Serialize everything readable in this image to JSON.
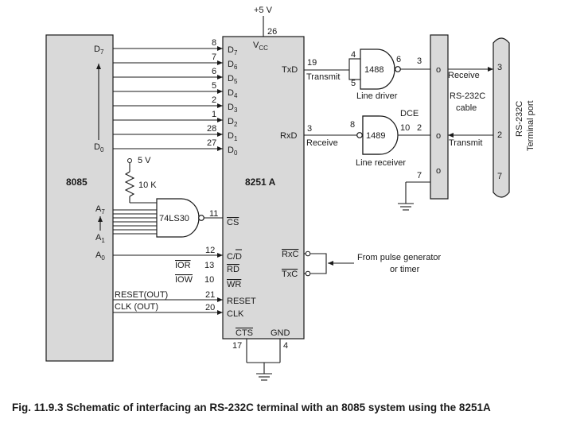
{
  "supply": {
    "vcc": "+5 V",
    "vcc_pin": "26",
    "pullup_v": "5 V",
    "pullup_r": "10 K",
    "vcc_label": "V",
    "vcc_sub": "CC"
  },
  "cpu": {
    "name": "8085",
    "d7": "D",
    "d7_sub": "7",
    "d0": "D",
    "d0_sub": "0",
    "a7": "A",
    "a7_sub": "7",
    "a1": "A",
    "a1_sub": "1",
    "a0": "A",
    "a0_sub": "0",
    "ior": "IOR",
    "iow": "IOW",
    "reset": "RESET(OUT)",
    "clk": "CLK (OUT)"
  },
  "usart": {
    "name": "8251 A",
    "data_pins": [
      {
        "pin": "8",
        "name": "D",
        "sub": "7"
      },
      {
        "pin": "7",
        "name": "D",
        "sub": "6"
      },
      {
        "pin": "6",
        "name": "D",
        "sub": "5"
      },
      {
        "pin": "5",
        "name": "D",
        "sub": "4"
      },
      {
        "pin": "2",
        "name": "D",
        "sub": "3"
      },
      {
        "pin": "1",
        "name": "D",
        "sub": "2"
      },
      {
        "pin": "28",
        "name": "D",
        "sub": "1"
      },
      {
        "pin": "27",
        "name": "D",
        "sub": "0"
      }
    ],
    "cs": {
      "pin": "11",
      "name": "CS"
    },
    "cd": {
      "pin": "12",
      "name": "C/D"
    },
    "rd": {
      "pin": "13",
      "name": "RD"
    },
    "wr": {
      "pin": "10",
      "name": "WR"
    },
    "reset": {
      "pin": "21",
      "name": "RESET"
    },
    "clk": {
      "pin": "20",
      "name": "CLK"
    },
    "txd": {
      "pin": "19",
      "name": "TxD"
    },
    "rxd": {
      "pin": "3",
      "name": "RxD"
    },
    "rxc": "RxC",
    "txc": "TxC",
    "cts": {
      "pin": "17",
      "name": "CTS"
    },
    "gnd": {
      "pin": "4",
      "name": "GND"
    }
  },
  "nand": {
    "name": "74LS30"
  },
  "driver": {
    "name": "1488",
    "caption": "Line driver",
    "in_top": "4",
    "in_bot": "5",
    "out": "6",
    "signal": "Transmit"
  },
  "receiver": {
    "name": "1489",
    "caption": "Line receiver",
    "in": "8",
    "out": "10",
    "signal": "Receive"
  },
  "cable": {
    "title": "RS-232C",
    "subtitle": "cable",
    "dce": "DCE",
    "pin_a": "3",
    "pin_b": "2",
    "pin_c": "7",
    "receive": "Receive",
    "transmit": "Transmit",
    "o": "o"
  },
  "terminal": {
    "line1": "RS-232C",
    "line2": "Terminal port",
    "pin_a": "3",
    "pin_b": "2",
    "pin_c": "7"
  },
  "clock_source": {
    "line1": "From pulse generator",
    "line2": "or timer"
  },
  "caption": "Fig. 11.9.3 Schematic of interfacing an RS-232C terminal with an 8085 system using the 8251A"
}
